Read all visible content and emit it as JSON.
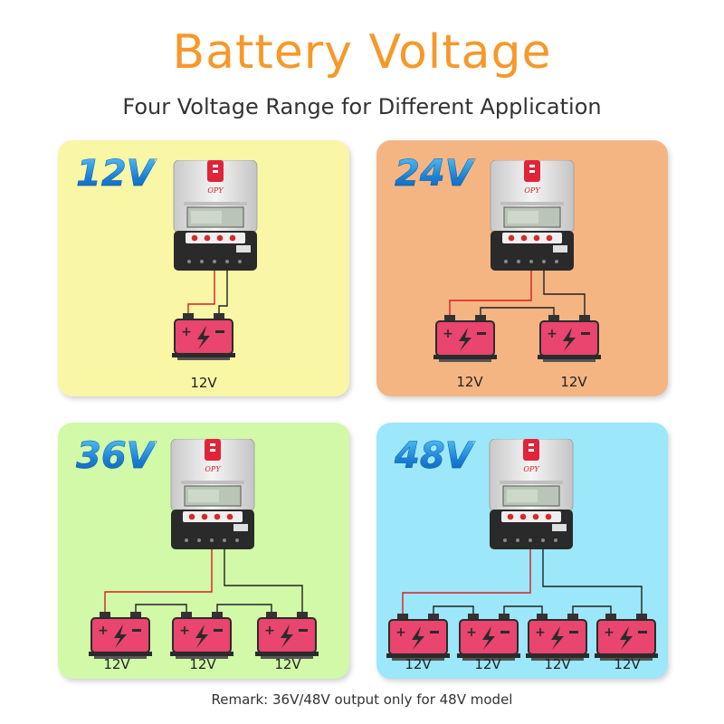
{
  "header": {
    "title": "Battery Voltage",
    "subtitle": "Four Voltage Range for Different Application"
  },
  "panels": [
    {
      "label": "12V",
      "bg": "#f9f6a6",
      "battery_labels": [
        "12V"
      ]
    },
    {
      "label": "24V",
      "bg": "#f5b583",
      "battery_labels": [
        "12V",
        "12V"
      ]
    },
    {
      "label": "36V",
      "bg": "#d1f9a8",
      "battery_labels": [
        "12V",
        "12V",
        "12V"
      ]
    },
    {
      "label": "48V",
      "bg": "#9ce7f9",
      "battery_labels": [
        "12V",
        "12V",
        "12V",
        "12V"
      ]
    }
  ],
  "controller": {
    "brand": "OPY"
  },
  "footer": {
    "remark": "Remark: 36V/48V output only for 48V model"
  },
  "colors": {
    "title": "#f7982a",
    "battery": "#e9456e",
    "wire_positive": "#d62020",
    "wire_negative": "#222222"
  }
}
